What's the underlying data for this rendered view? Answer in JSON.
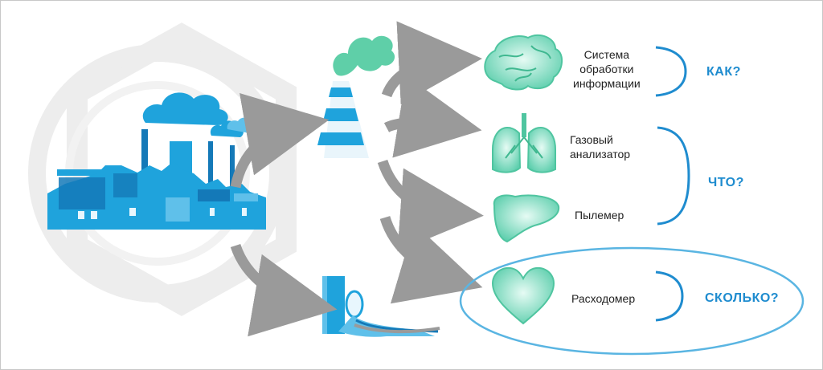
{
  "colors": {
    "factory_blue": "#1fa3dc",
    "factory_dark": "#1479b8",
    "organ_green": "#6dd6b8",
    "accent_blue": "#1f8ccf",
    "arrow_gray": "#9a9a9a",
    "emblem_gray": "#ededed"
  },
  "icons": [
    "factory-icon",
    "chimney-icon",
    "pipe-outflow-icon",
    "brain-icon",
    "lungs-icon",
    "liver-icon",
    "heart-icon",
    "nut-emblem-icon"
  ],
  "items": [
    {
      "lines": [
        "Система",
        "обработки",
        "информации"
      ]
    },
    {
      "lines": [
        "Газовый",
        "анализатор"
      ]
    },
    {
      "lines": [
        "Пылемер"
      ]
    },
    {
      "lines": [
        "Расходомер"
      ]
    }
  ],
  "questions": {
    "how": "КАК?",
    "what": "ЧТО?",
    "how_much": "СКОЛЬКО?"
  }
}
